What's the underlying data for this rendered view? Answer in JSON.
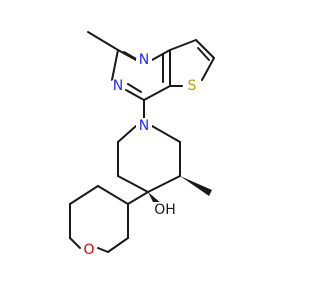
{
  "molecule": {
    "colors": {
      "bond": "#1a1a1a",
      "nitrogen": "#2a2aff",
      "sulfur": "#b8a000",
      "oxygen": "#e00000",
      "carbon_label": "#1a1a1a",
      "background": "#ffffff"
    },
    "atoms": {
      "n_pyrimidine_top": "N",
      "n_pyrimidine_left": "N",
      "s_thiophene": "S",
      "n_piperidine": "N",
      "oh_hydroxyl": "OH",
      "o_oxane": "O"
    }
  }
}
